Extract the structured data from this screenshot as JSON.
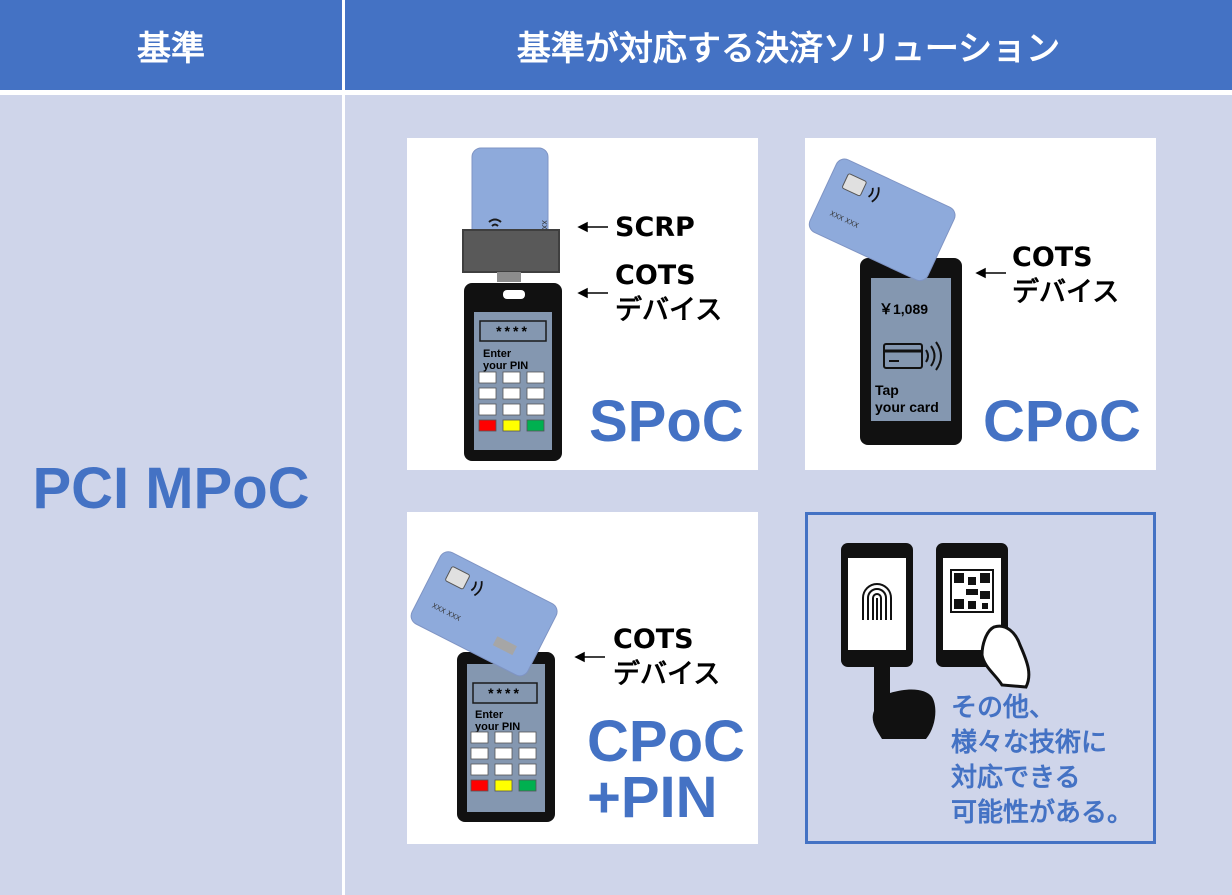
{
  "header": {
    "col_standard": "基準",
    "col_solutions": "基準が対応する決済ソリューション"
  },
  "standard": "PCI MPoC",
  "panels": {
    "spoc": {
      "title": "SPoC",
      "label_scrp": "SCRP",
      "label_cots_1": "COTS",
      "label_cots_2": "デバイス",
      "pin_stars": "****",
      "pin_prompt_1": "Enter",
      "pin_prompt_2": "your PIN",
      "card_text": "XXX XXX"
    },
    "cpoc": {
      "title": "CPoC",
      "label_cots_1": "COTS",
      "label_cots_2": "デバイス",
      "amount": "￥1,089",
      "tap_1": "Tap",
      "tap_2": "your card",
      "card_text": "XXX XXX"
    },
    "cpoc_pin": {
      "title_1": "CPoC",
      "title_2": "+PIN",
      "label_cots_1": "COTS",
      "label_cots_2": "デバイス",
      "pin_stars": "****",
      "pin_prompt_1": "Enter",
      "pin_prompt_2": "your PIN",
      "card_text": "XXX XXX"
    },
    "other": {
      "lines": [
        "その他、",
        "様々な技術に",
        "対応できる",
        "可能性がある。"
      ]
    }
  },
  "colors": {
    "header": "#4472c4",
    "body": "#cfd5ea",
    "accent": "#4472c4",
    "card": "#8eaadb",
    "terminal": "#111111",
    "screen": "#8497b0"
  }
}
